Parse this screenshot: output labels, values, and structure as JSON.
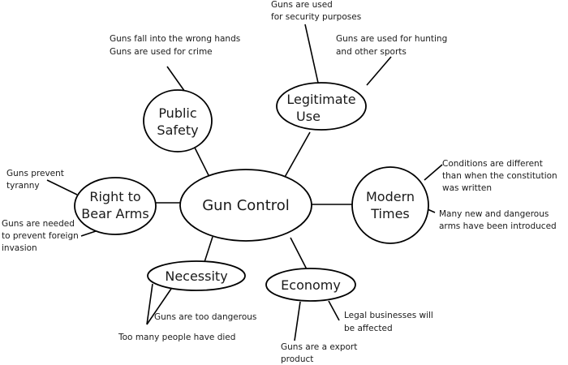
{
  "center": {
    "label": "Gun Control"
  },
  "nodes": {
    "public_safety": {
      "lines": [
        "Public",
        "Safety"
      ]
    },
    "legitimate_use": {
      "lines": [
        "Legitimate",
        "Use"
      ]
    },
    "modern_times": {
      "lines": [
        "Modern",
        "Times"
      ]
    },
    "economy": {
      "lines": [
        "Economy"
      ]
    },
    "necessity": {
      "lines": [
        "Necessity"
      ]
    },
    "right_to_bear_arms": {
      "lines": [
        "Right to",
        "Bear Arms"
      ]
    }
  },
  "notes": {
    "public_safety": [
      "Guns fall into the wrong hands",
      "Guns are used for crime"
    ],
    "legitimate_security": [
      "Guns are used",
      "for security purposes"
    ],
    "legitimate_hunting": [
      "Guns are used for hunting",
      "and other sports"
    ],
    "modern_conditions": [
      "Conditions are different",
      "than when the constitution",
      "was written"
    ],
    "modern_arms": [
      "Many new and dangerous",
      "arms have been introduced"
    ],
    "economy_business": [
      "Legal businesses will",
      "be affected"
    ],
    "economy_export": [
      "Guns are a export",
      "product"
    ],
    "necessity_dangerous": [
      "Guns are too dangerous"
    ],
    "necessity_died": [
      "Too many people have died"
    ],
    "rights_tyranny": [
      "Guns prevent",
      "tyranny"
    ],
    "rights_foreign": [
      "Guns are needed",
      "to prevent foreign",
      "invasion"
    ]
  }
}
